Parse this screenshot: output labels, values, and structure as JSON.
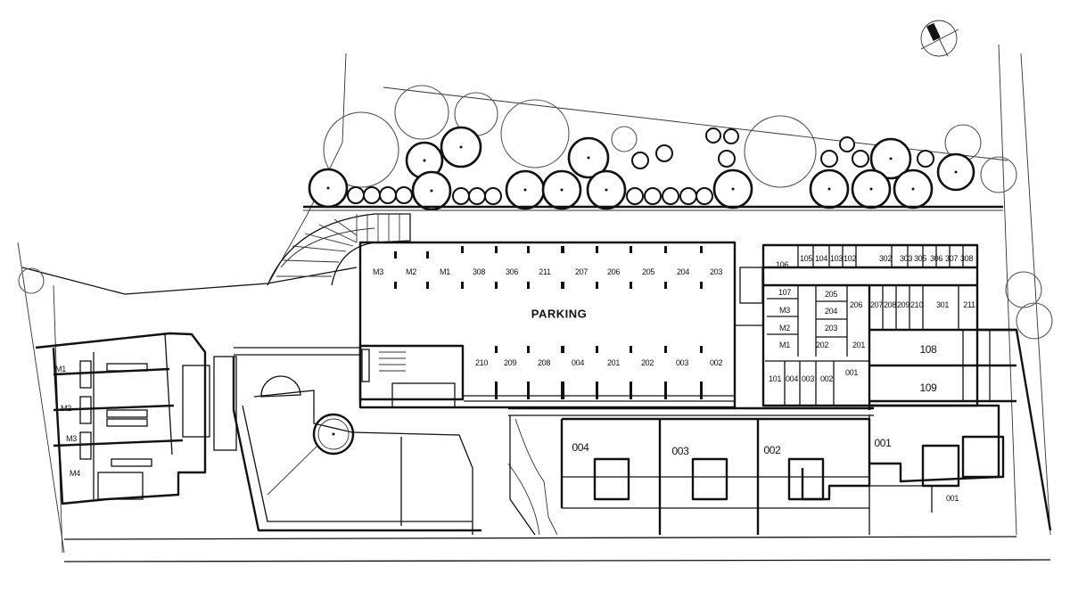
{
  "plan": {
    "title": "PARKING",
    "compass": "north-arrow-icon",
    "parking_top_row": [
      "M3",
      "M2",
      "M1",
      "308",
      "306",
      "211",
      "207",
      "206",
      "205",
      "204",
      "203"
    ],
    "parking_bottom_row": [
      "210",
      "209",
      "208",
      "004",
      "201",
      "202",
      "003",
      "002"
    ],
    "west_units": [
      "M1",
      "M2",
      "M3",
      "M4"
    ],
    "east_block_top_row": [
      "106",
      "105",
      "104",
      "103",
      "102",
      "302",
      "303",
      "305",
      "306",
      "307",
      "308"
    ],
    "east_block_mid_left": [
      "107",
      "M3",
      "M2",
      "M1"
    ],
    "east_block_mid_center": [
      "205",
      "204",
      "203",
      "202"
    ],
    "east_block_mid_right": [
      "206",
      "207",
      "208",
      "209",
      "210",
      "301",
      "211"
    ],
    "east_block_lower": [
      "201",
      "101",
      "004",
      "003",
      "002",
      "001"
    ],
    "east_large_units": [
      "108",
      "109"
    ],
    "south_units": [
      "004",
      "003",
      "002",
      "001"
    ],
    "south_extra": "001"
  }
}
